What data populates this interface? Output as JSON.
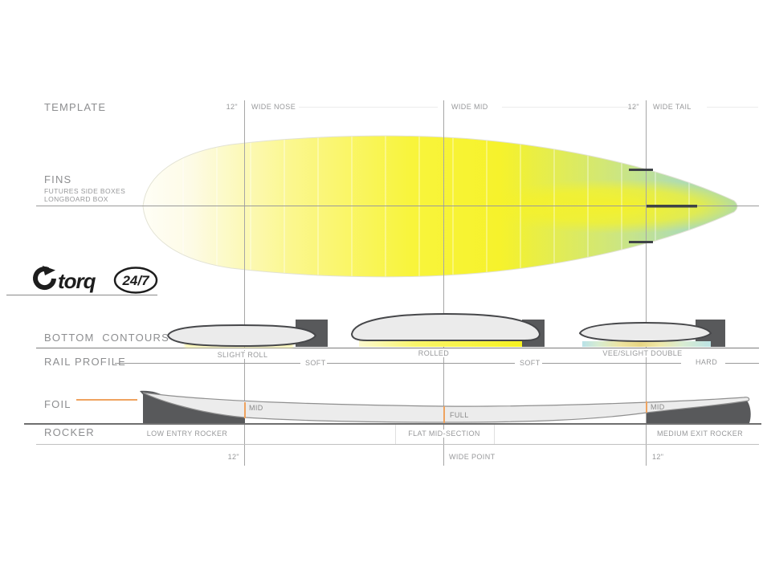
{
  "header": {
    "section_label": "TEMPLATE"
  },
  "guides": {
    "top": {
      "nose_offset": "12\"",
      "wide_nose": "WIDE NOSE",
      "wide_mid": "WIDE MID",
      "tail_offset": "12\"",
      "wide_tail": "WIDE TAIL"
    },
    "bottom": {
      "nose_offset": "12\"",
      "wide_point": "WIDE POINT",
      "tail_offset": "12\""
    }
  },
  "fins": {
    "label": "FINS",
    "detail_line1": "FUTURES SIDE BOXES",
    "detail_line2": "LONGBOARD BOX"
  },
  "brand": {
    "logo_text": "torq",
    "badge_text": "24/7"
  },
  "bottom_contours": {
    "label": "BOTTOM  CONTOURS"
  },
  "rail_profile": {
    "label": "RAIL PROFILE",
    "nose_label": "SLIGHT ROLL",
    "nose_edge": "SOFT",
    "mid_label": "ROLLED",
    "mid_edge": "SOFT",
    "tail_label": "VEE/SLIGHT DOUBLE",
    "tail_edge": "HARD"
  },
  "foil": {
    "label": "FOIL",
    "nose_thickness": "MID",
    "mid_thickness": "FULL",
    "tail_thickness": "MID"
  },
  "rocker": {
    "label": "ROCKER",
    "nose_label": "LOW ENTRY ROCKER",
    "mid_label": "FLAT MID-SECTION",
    "tail_label": "MEDIUM EXIT ROCKER"
  },
  "colors": {
    "accent_orange": "#efa35f",
    "board_yellow": "#f6f228",
    "board_ivory": "#fffdf0",
    "board_teal": "#a5dad2",
    "dark_fill": "#58595b",
    "line_gray": "#9a9a9a",
    "text_gray": "#8d8e90"
  }
}
